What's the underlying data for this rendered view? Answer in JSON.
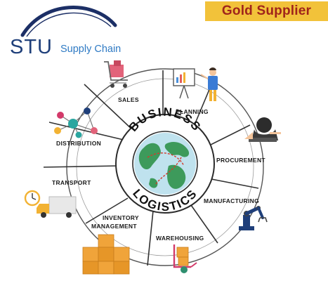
{
  "banner": {
    "label": "Gold Supplier",
    "bg_color": "#f2c23a",
    "text_color": "#a0241b"
  },
  "logo": {
    "main": "STU",
    "sub": "Supply Chain",
    "main_color": "#1f3f7a",
    "sub_color": "#2e7ac4"
  },
  "center": {
    "top_text": "BUSINESS",
    "bottom_text": "LOGISTICS",
    "icon": "globe-icon"
  },
  "segments": [
    {
      "id": "sales",
      "label": "SALES",
      "icon": "shopping-cart-icon"
    },
    {
      "id": "planning",
      "label": "PLANNING",
      "icon": "presenter-whiteboard-icon"
    },
    {
      "id": "procurement",
      "label": "PROCUREMENT",
      "icon": "laptop-user-icon"
    },
    {
      "id": "manufacturing",
      "label": "MANUFACTURING",
      "icon": "robot-arm-icon"
    },
    {
      "id": "warehousing",
      "label": "WAREHOUSING",
      "icon": "hand-truck-icon"
    },
    {
      "id": "inventory",
      "label_line1": "INVENTORY",
      "label_line2": "MANAGEMENT",
      "icon": "stacked-boxes-icon"
    },
    {
      "id": "transport",
      "label": "TRANSPORT",
      "icon": "delivery-truck-icon"
    },
    {
      "id": "distribution",
      "label": "DISTRIBUTION",
      "icon": "network-nodes-icon"
    }
  ]
}
